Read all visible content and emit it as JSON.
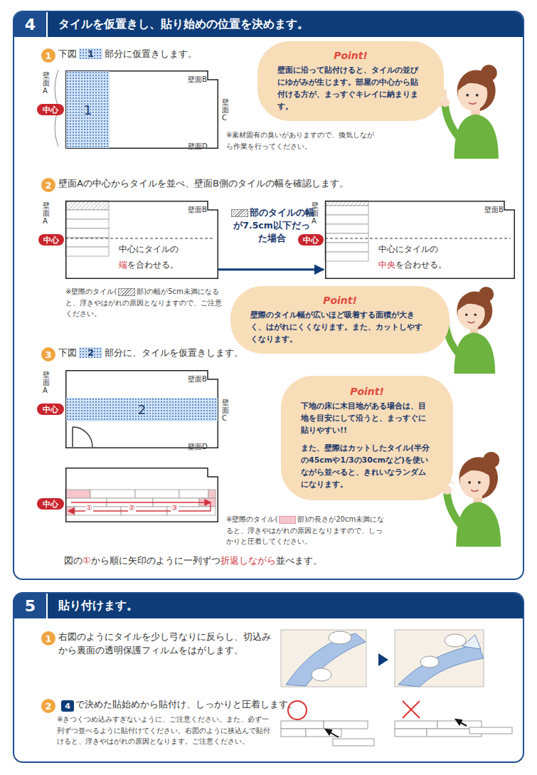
{
  "diagram": {
    "nodes": [
      {
        "text": [
          "4",
          "タイルを仮置きし、貼り始めの位置を決めます。"
        ]
      },
      {
        "text": [
          "1"
        ],
        "in": 0
      },
      {
        "text": [
          "Point!",
          "壁面に沿って貼付けると、タイルの並びにゆがみが生じます。部屋の中心から貼付ける方が、まっすぐキレイに納まります。"
        ],
        "in": 0
      },
      {
        "text": [
          "壁面B",
          "壁面D"
        ],
        "in": 0
      },
      {
        "text": [
          "1"
        ],
        "in": 3
      },
      {
        "text": [
          "中心"
        ],
        "in": 0
      },
      {
        "text": [
          "2"
        ],
        "in": 0
      },
      {
        "text": [
          "壁面B",
          "中心にタイルの",
          "端",
          "を合わせる。"
        ],
        "in": 0
      },
      {
        "text": [
          "中心"
        ],
        "in": 0
      },
      {
        "text": [
          "壁面B",
          "中心にタイルの",
          "中央",
          "を合わせる。"
        ],
        "in": 0
      },
      {
        "text": [
          "中心"
        ],
        "in": 0
      },
      {
        "text": [
          "Point!",
          "壁際のタイル幅が広いほど吸着する面積が大きく、はがれにくくなります。また、カットしやすくなります。"
        ],
        "in": 0
      },
      {
        "text": [
          "3"
        ],
        "in": 0
      },
      {
        "text": [
          "壁面B",
          "壁面D"
        ],
        "in": 0
      },
      {
        "text": [
          "2"
        ],
        "in": 13
      },
      {
        "text": [
          "中心"
        ],
        "in": 0
      },
      {
        "text": [
          "Point!",
          "下地の床に木目地がある場合は、目地を目安にして沿うと、まっすぐに貼りやすい!!",
          "また、壁際はカットしたタイル(半分の45cmや1/3の30cmなど)を使いながら並べると、きれいなランダムになります。"
        ],
        "in": 0
      },
      {
        "text": [
          "①",
          "②",
          "③"
        ],
        "in": 0
      },
      {
        "text": [
          "中心"
        ],
        "in": 0
      },
      {
        "text": [
          "5",
          "貼り付けます。"
        ]
      },
      {
        "text": [
          "1"
        ],
        "in": 19
      },
      {
        "text": [
          "2"
        ],
        "in": 19
      },
      {
        "text": [
          "4"
        ],
        "in": 19
      }
    ],
    "edges": [
      {
        "from": 7,
        "to": 9,
        "arrow": "to",
        "label": "部のタイルの幅が7.5cm以下だった場合"
      }
    ],
    "labels": [
      "下図",
      "1",
      "部分に仮置きします。",
      "壁面A",
      "壁面C",
      "※素材固有の臭いがありますので、換気しながら作業を行ってください。",
      "壁面Aの中心からタイルを並べ、壁面B側のタイルの幅を確認します。",
      "壁面A",
      "壁面A",
      "※壁際のタイル(",
      "部)の幅が5cm未満になると、浮きやはがれの原因となりますので、ご注意ください。",
      "下図",
      "2",
      "部分に、タイルを仮置きします。",
      "壁面A",
      "壁面C",
      "※壁際のタイル(",
      "部)の長さが20cm未満になると、浮きやはがれの原因となりますので、しっかりと圧着してください。",
      "図の",
      "①",
      "から順に矢印のように一列ずつ",
      "折返しながら",
      "並べます。",
      "右図のようにタイルを少し弓なりに反らし、切込みから裏面の透明保護フィルムをはがします。",
      "で決めた貼始めから貼付け、しっかりと圧着します。",
      "※きつくつめ込みすぎないように、ご注意ください。また、必ず一列ずつ並べるように貼付けてください。右図のように挟込んで貼付けると、浮きやはがれの原因となります。ご注意ください。"
    ]
  }
}
